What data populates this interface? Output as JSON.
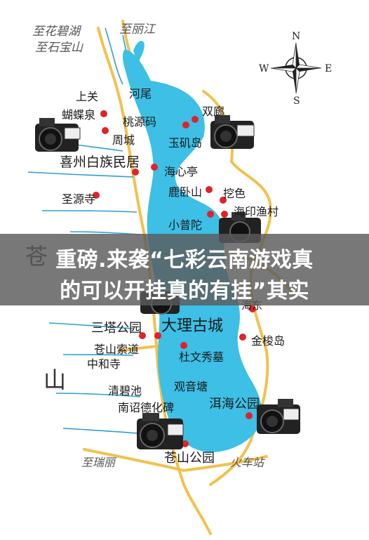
{
  "banner": {
    "line1": "重磅.来袭“七彩云南游戏真",
    "line2": "的可以开挂真的有挂”其实"
  },
  "compass": {
    "n": "N",
    "s": "S",
    "e": "E",
    "w": "W"
  },
  "colors": {
    "lake": "#3dbfe6",
    "road": "#f2c14e",
    "marker": "#e0222a",
    "stream": "#2b9fd6",
    "banner": "#5a5a5a"
  },
  "places": {
    "zhihuabihu": "至花碧湖",
    "zhishibaoshan": "至石宝山",
    "zhilijiang": "至丽江",
    "zhiruili": "至瑞丽",
    "shangguan": "上关",
    "hudiequan": "蝴蝶泉",
    "zhoucheng": "周城",
    "xizhoubaizuminju": "喜州白族民居",
    "shengyuansi": "圣源寺",
    "hewei": "河尾",
    "taoyuanma": "桃源码",
    "shuanglang": "双廊",
    "yujidao": "玉矶岛",
    "haixinting": "海心亭",
    "luwoshan": "鹿卧山",
    "wase": "挖色",
    "haiyinyucun": "海印渔村",
    "xiaoputuo": "小普陀",
    "cang": "苍",
    "shan": "山",
    "haidong": "海东",
    "santagongyuan": "三塔公园",
    "daligucheng": "大理古城",
    "cangshansuodao": "苍山索道",
    "zhonghesi": "中和寺",
    "duwenxiumu": "杜文秀墓",
    "jinsuodao": "金梭岛",
    "qingbichi": "清碧池",
    "guanyintang": "观音塘",
    "nanzhaodehuabei": "南诏德化碑",
    "erhaigongyuan": "洱海公园",
    "cangshangongyuan": "苍山公园",
    "huochezhan": "火车站"
  }
}
